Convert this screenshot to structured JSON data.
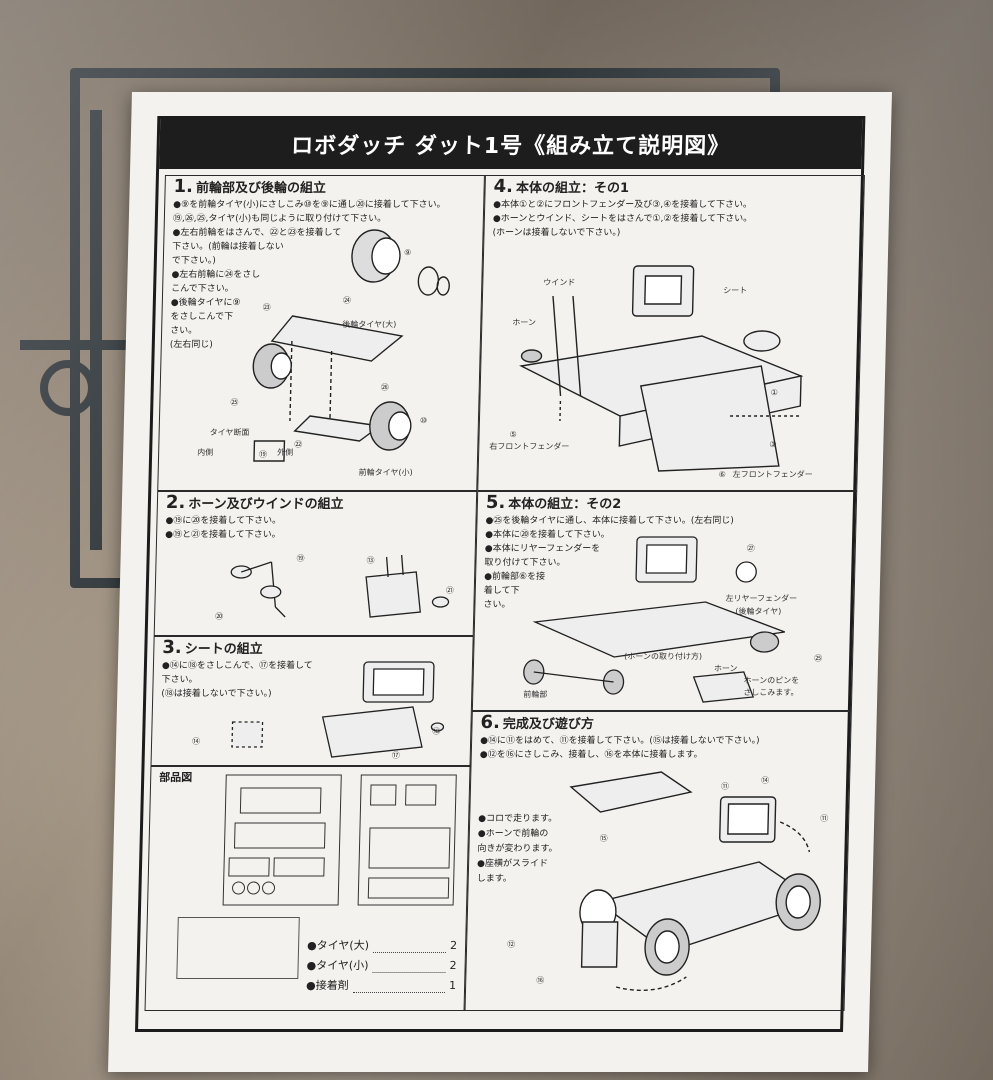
{
  "title": "ロボダッチ ダット1号《組み立て説明図》",
  "steps": [
    {
      "num": "1.",
      "heading": "前輪部及び後輪の組立",
      "lines": [
        "●⑨を前輪タイヤ(小)にさしこみ⑩を⑨に通し⑳に接着して下さい。",
        "⑲,㉖,㉕,タイヤ(小)も同じように取り付けて下さい。",
        "●左右前輪をはさんで、㉒と㉓を接着して",
        "下さい。(前輪は接着しない",
        "で下さい。)",
        "●左右前輪に㉔をさし",
        "こんで下さい。",
        "●後輪タイヤに⑨",
        "をさしこんで下",
        "さい。",
        "(左右同じ)"
      ],
      "labels": [
        "後輪タイヤ(大)",
        "前輪タイヤ(小)",
        "タイヤ断面",
        "内側",
        "外側",
        "⑨",
        "㉔",
        "㉓",
        "㉕",
        "㉖",
        "㉒",
        "⑩",
        "⑲"
      ]
    },
    {
      "num": "2.",
      "heading": "ホーン及びウインドの組立",
      "lines": [
        "●⑲に⑳を接着して下さい。",
        "●⑲と㉑を接着して下さい。"
      ],
      "labels": [
        "⑳",
        "⑲",
        "⑬",
        "㉑"
      ]
    },
    {
      "num": "3.",
      "heading": "シートの組立",
      "lines": [
        "●⑭に⑱をさしこんで、⑰を接着して",
        "下さい。",
        "(⑱は接着しないで下さい。)"
      ],
      "labels": [
        "⑭",
        "⑱",
        "⑰"
      ]
    },
    {
      "num": "4.",
      "heading": "本体の組立：その1",
      "lines": [
        "●本体①と②にフロントフェンダー及び③,④を接着して下さい。",
        "●ホーンとウインド、シートをはさんで①,②を接着して下さい。",
        "(ホーンは接着しないで下さい。)"
      ],
      "labels": [
        "ウインド",
        "シート",
        "ホーン",
        "⑤",
        "右フロントフェンダー",
        "①",
        "③",
        "⑥",
        "左フロントフェンダー"
      ]
    },
    {
      "num": "5.",
      "heading": "本体の組立：その2",
      "lines": [
        "●㉕を後輪タイヤに通し、本体に接着して下さい。(左右同じ)",
        "●本体に⑳を接着して下さい。",
        "●本体にリヤーフェンダーを",
        "取り付けて下さい。",
        "●前輪部⑥を接",
        "着して下",
        "さい。"
      ],
      "labels": [
        "㉗",
        "左リヤーフェンダー",
        "(後輪タイヤ)",
        "(ホーンの取り付け方)",
        "ホーン",
        "ホーンのピンを",
        "さしこみます。",
        "前輪部",
        "㉕"
      ]
    },
    {
      "num": "6.",
      "heading": "完成及び遊び方",
      "lines": [
        "●⑭に⑪をはめて、⑪を接着して下さい。(⑮は接着しないで下さい。)",
        "●⑫を⑯にさしこみ、接着し、⑯を本体に接着します。"
      ],
      "play": [
        "●コロで走ります。",
        "●ホーンで前輪の",
        "向きが変わります。",
        "●座横がスライド",
        "します。"
      ],
      "labels": [
        "⑪",
        "⑭",
        "⑪",
        "⑮",
        "⑫",
        "⑯"
      ]
    }
  ],
  "parts_heading": "部品図",
  "parts_list": [
    {
      "name": "●タイヤ(大)",
      "qty": "2"
    },
    {
      "name": "●タイヤ(小)",
      "qty": "2"
    },
    {
      "name": "●接着剤",
      "qty": "1"
    }
  ],
  "colors": {
    "sheet": "#f4f2ee",
    "ink": "#1d1d1d",
    "sprue": "#2b3236"
  }
}
